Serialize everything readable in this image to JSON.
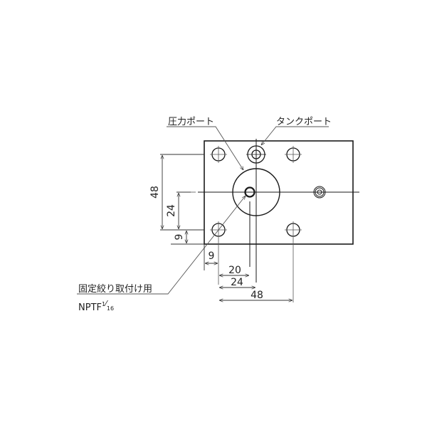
{
  "labels": {
    "pressure_port": "圧力ポート",
    "tank_port": "タンクポート",
    "fixed_orifice": "固定絞り取付け用",
    "thread_prefix": "NPTF",
    "thread_num": "1",
    "thread_den": "16"
  },
  "dimensions": {
    "v_48": "48",
    "v_24": "24",
    "v_9": "9",
    "h_9": "9",
    "h_20": "20",
    "h_24": "24",
    "h_48": "48"
  },
  "colors": {
    "line": "#1a1a1a",
    "text": "#222222"
  }
}
